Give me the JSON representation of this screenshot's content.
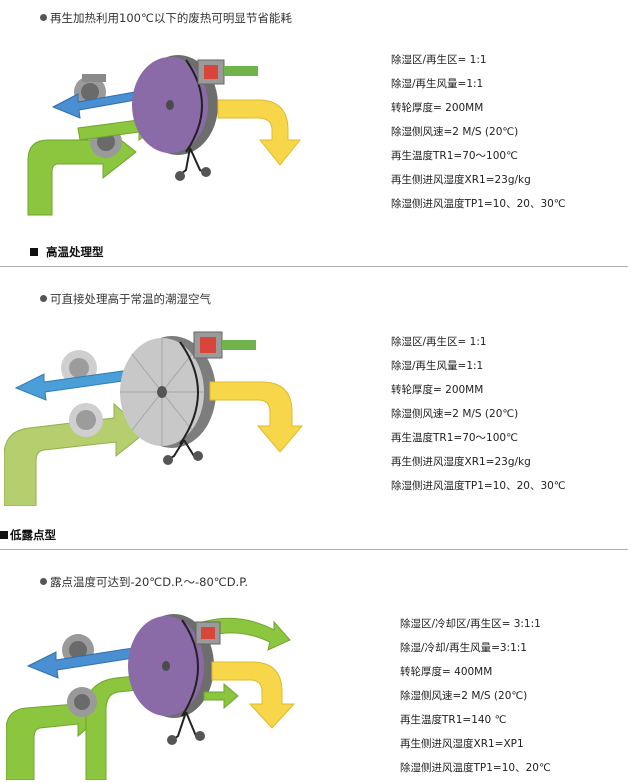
{
  "section1": {
    "note": "再生加热利用100℃以下的废热可明显节省能耗",
    "specs": [
      "除湿区/再生区= 1:1",
      "除湿/再生风量=1:1",
      "转轮厚度= 200MM",
      "除湿侧风速=2 M/S (20℃)",
      "再生温度TR1=70～100℃",
      "再生侧进风湿度XR1=23g/kg",
      "除湿侧进风温度TP1=10、20、30℃"
    ]
  },
  "section2": {
    "heading": "高温处理型",
    "note": "可直接处理高于常温的潮湿空气",
    "specs": [
      "除湿区/再生区= 1:1",
      "除湿/再生风量=1:1",
      "转轮厚度= 200MM",
      "除湿侧风速=2 M/S (20℃)",
      "再生温度TR1=70～100℃",
      "再生侧进风湿度XR1=23g/kg",
      "除湿侧进风温度TP1=10、20、30℃"
    ]
  },
  "section3": {
    "heading": "低露点型",
    "note": "露点温度可达到-20℃D.P.～-80℃D.P.",
    "specs": [
      "除湿区/冷却区/再生区= 3:1:1",
      "除湿/冷却/再生风量=3:1:1",
      "转轮厚度= 400MM",
      "除湿侧风速=2 M/S (20℃)",
      "再生温度TR1=140 ℃",
      "再生侧进风湿度XR1=XP1",
      "除湿侧进风温度TP1=10、20℃"
    ]
  },
  "colors": {
    "green_arrow": "#8cc63f",
    "yellow_arrow": "#f7d64a",
    "blue_arrow": "#4a8fd1",
    "wheel_purple": "#8a6ba8",
    "wheel_grey": "#b8b8b8",
    "heater_red": "#d9453a"
  }
}
